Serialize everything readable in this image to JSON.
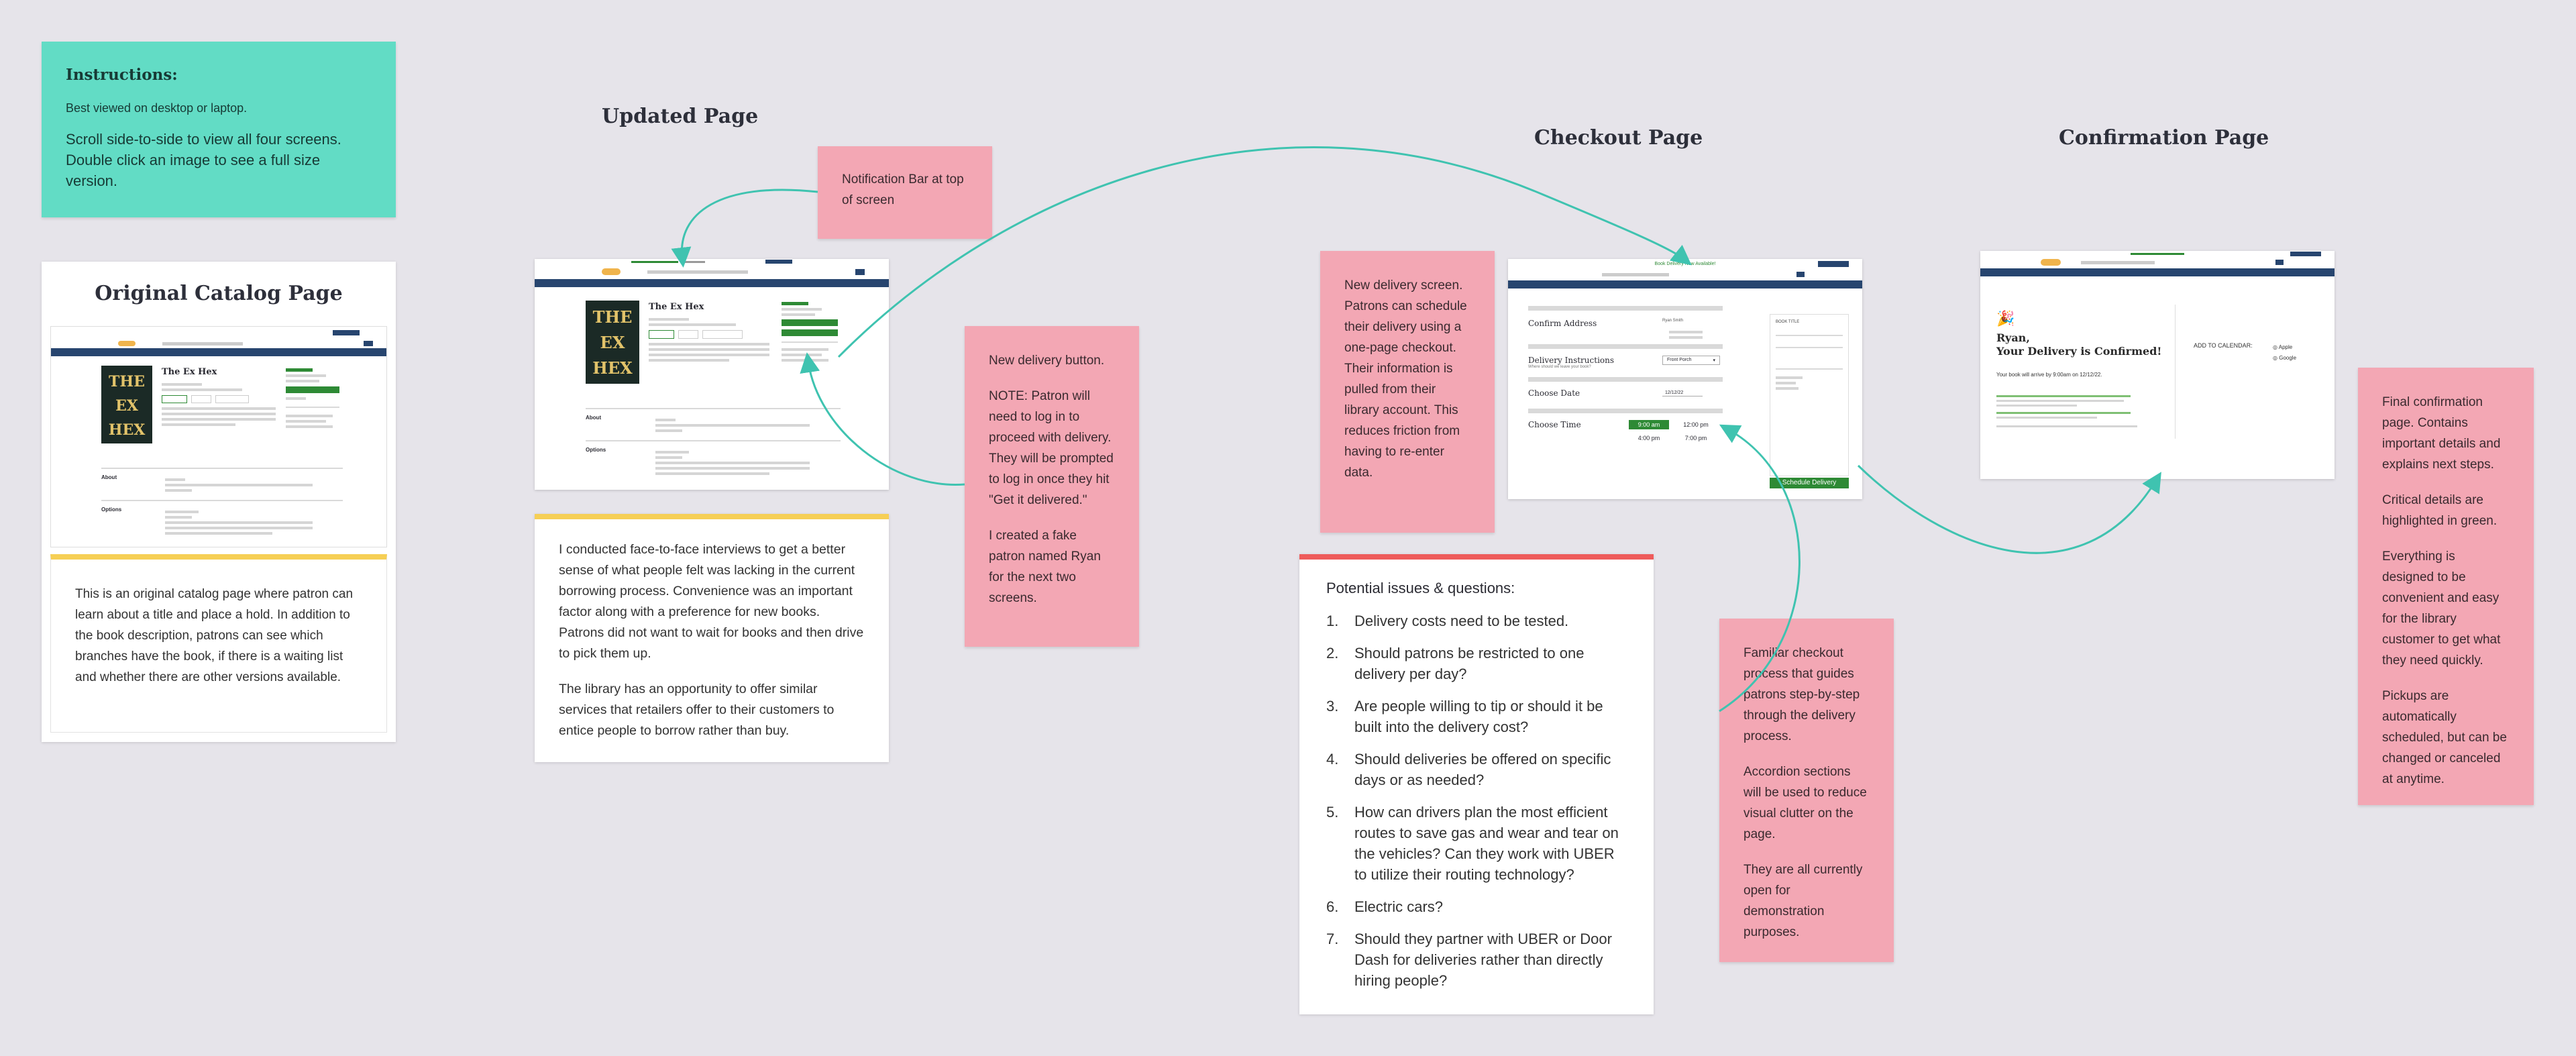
{
  "instructions": {
    "heading": "Instructions:",
    "line1": "Best viewed on desktop or laptop.",
    "line2": "Scroll side-to-side to view all four screens. Double click an image to see a full size version."
  },
  "original": {
    "title": "Original Catalog Page",
    "book_title": "The Ex Hex",
    "cover_text": "THE EX HEX",
    "about_label": "About",
    "options_label": "Options",
    "description": "This is an original catalog page where patron can learn about a title and place a hold. In addition to the book description, patrons can see which branches have the book, if there is a waiting list and whether there are other versions available."
  },
  "updated": {
    "title": "Updated Page",
    "book_title": "The Ex Hex",
    "cover_text": "THE EX HEX",
    "about_label": "About",
    "options_label": "Options",
    "research": [
      "I conducted face-to-face interviews to get a better sense of what people felt was lacking in the current borrowing process. Convenience was an important factor along with a preference for new books. Patrons did not want to wait for books and then drive to pick them up.",
      "The library has an opportunity to offer similar services that retailers offer to their customers to entice people to borrow rather than buy."
    ]
  },
  "notes": {
    "notification": "Notification Bar at top of screen",
    "delivery_button": [
      "New delivery button.",
      "NOTE: Patron will need to log in to proceed with delivery. They will be prompted to log in once they hit \"Get it delivered.\"",
      "I created a fake patron named Ryan for the next two screens."
    ],
    "delivery_screen": "New delivery screen. Patrons can schedule their delivery using a one-page checkout. Their information is pulled from their library account. This reduces friction from having to re-enter data.",
    "checkout_process": [
      "Familiar checkout process that guides patrons step-by-step through the delivery process.",
      "Accordion sections will be used to reduce visual clutter on the page.",
      "They are all currently open for demonstration purposes."
    ],
    "confirmation": [
      "Final confirmation page. Contains important details and explains next steps.",
      "Critical details are highlighted in green.",
      "Everything is designed to be convenient and easy for the library customer to get what they need quickly.",
      "Pickups are automatically scheduled, but can be changed or canceled at anytime."
    ]
  },
  "checkout": {
    "title": "Checkout Page",
    "confirm_address": "Confirm Address",
    "address_name": "Ryan Smith",
    "delivery_instructions": "Delivery Instructions",
    "instructions_hint": "Where should we leave your book?",
    "front_porch": "Front Porch",
    "choose_date": "Choose Date",
    "date_value": "12/12/22",
    "choose_time": "Choose Time",
    "times": [
      "9:00 am",
      "12:00 pm",
      "4:00 pm",
      "7:00 pm"
    ],
    "book_title_label": "BOOK TITLE",
    "schedule_button": "Schedule Delivery",
    "banner": "Book Delivery Now Available!"
  },
  "issues": {
    "heading": "Potential issues & questions:",
    "items": [
      "Delivery costs need to be tested.",
      "Should patrons be restricted to one delivery per day?",
      "Are people willing to tip or should it be built into the delivery cost?",
      "Should deliveries be offered on specific days or as needed?",
      "How can drivers plan the most efficient routes to save gas and wear and tear on the vehicles? Can they work with UBER to utilize their routing technology?",
      "Electric cars?",
      "Should they partner with UBER or Door Dash for deliveries rather than directly hiring people?"
    ]
  },
  "confirmation": {
    "title": "Confirmation Page",
    "name_line": "Ryan,",
    "headline": "Your Delivery is Confirmed!",
    "arrive_line": "Your book will arrive by 9:00am on 12/12/22.",
    "calendar_label": "ADD TO CALENDAR:",
    "calendar_options": [
      "Apple",
      "Google"
    ]
  },
  "colors": {
    "background": "#e6e4ea",
    "teal": "#62dcc5",
    "pink": "#f3a7b4",
    "yellow": "#f6cf55",
    "red": "#ee5b5b",
    "navy": "#27456f",
    "green": "#2e8a35",
    "connector": "#3fc3b0"
  }
}
